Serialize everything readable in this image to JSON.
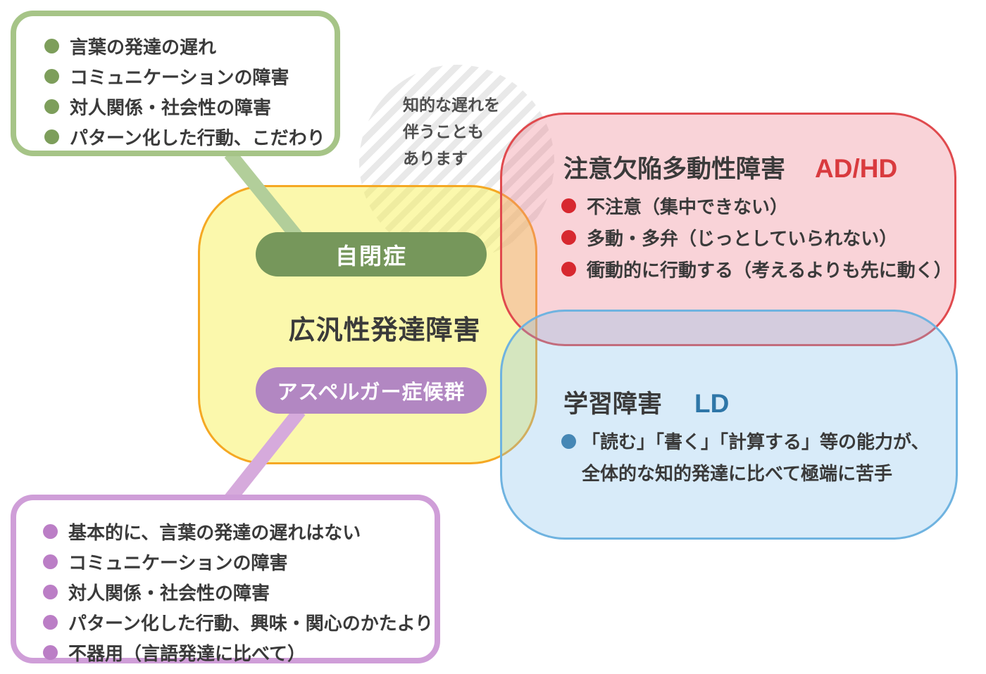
{
  "colors": {
    "autism_box_border": "#a6c487",
    "autism_bullet": "#7d9e5b",
    "asperger_box_border": "#cf9ed8",
    "asperger_bullet": "#bb7ec6",
    "pdd_group_border": "#f5a823",
    "pdd_group_fill": "#f8f6a2",
    "adhd_group_border": "#e04a4e",
    "adhd_group_fill": "#f9dadd",
    "adhd_bullet": "#d7282f",
    "adhd_abbr": "#d93a3e",
    "ld_group_border": "#6fb3e0",
    "ld_group_fill": "#ddeefa",
    "ld_bullet": "#4687b5",
    "ld_abbr": "#2e76a8",
    "autism_pill_bg": "#76975b",
    "asperger_pill_bg": "#b287c2",
    "connector_green": "#b2ce9a",
    "connector_purple": "#d6aadc",
    "note_stripe": "#e9e9e9",
    "text": "#3a3a3a"
  },
  "intellectual_delay_note": {
    "line1": "知的な遅れを",
    "line2": "伴うことも",
    "line3": "あります"
  },
  "autism_features_box": {
    "items": [
      "言葉の発達の遅れ",
      "コミュニケーションの障害",
      "対人関係・社会性の障害",
      "パターン化した行動、こだわり"
    ]
  },
  "pdd_group": {
    "label": "広汎性発達障害",
    "autism_pill_label": "自閉症",
    "asperger_pill_label": "アスペルガー症候群"
  },
  "adhd_box": {
    "title": "注意欠陥多動性障害",
    "abbr": "AD/HD",
    "items": [
      "不注意（集中できない）",
      "多動・多弁（じっとしていられない）",
      "衝動的に行動する（考えるよりも先に動く）"
    ]
  },
  "ld_box": {
    "title": "学習障害",
    "abbr": "LD",
    "item_line1": "「読む」「書く」「計算する」等の能力が、",
    "item_line2": "全体的な知的発達に比べて極端に苦手"
  },
  "asperger_features_box": {
    "items": [
      "基本的に、言葉の発達の遅れはない",
      "コミュニケーションの障害",
      "対人関係・社会性の障害",
      "パターン化した行動、興味・関心のかたより",
      "不器用（言語発達に比べて）"
    ]
  }
}
